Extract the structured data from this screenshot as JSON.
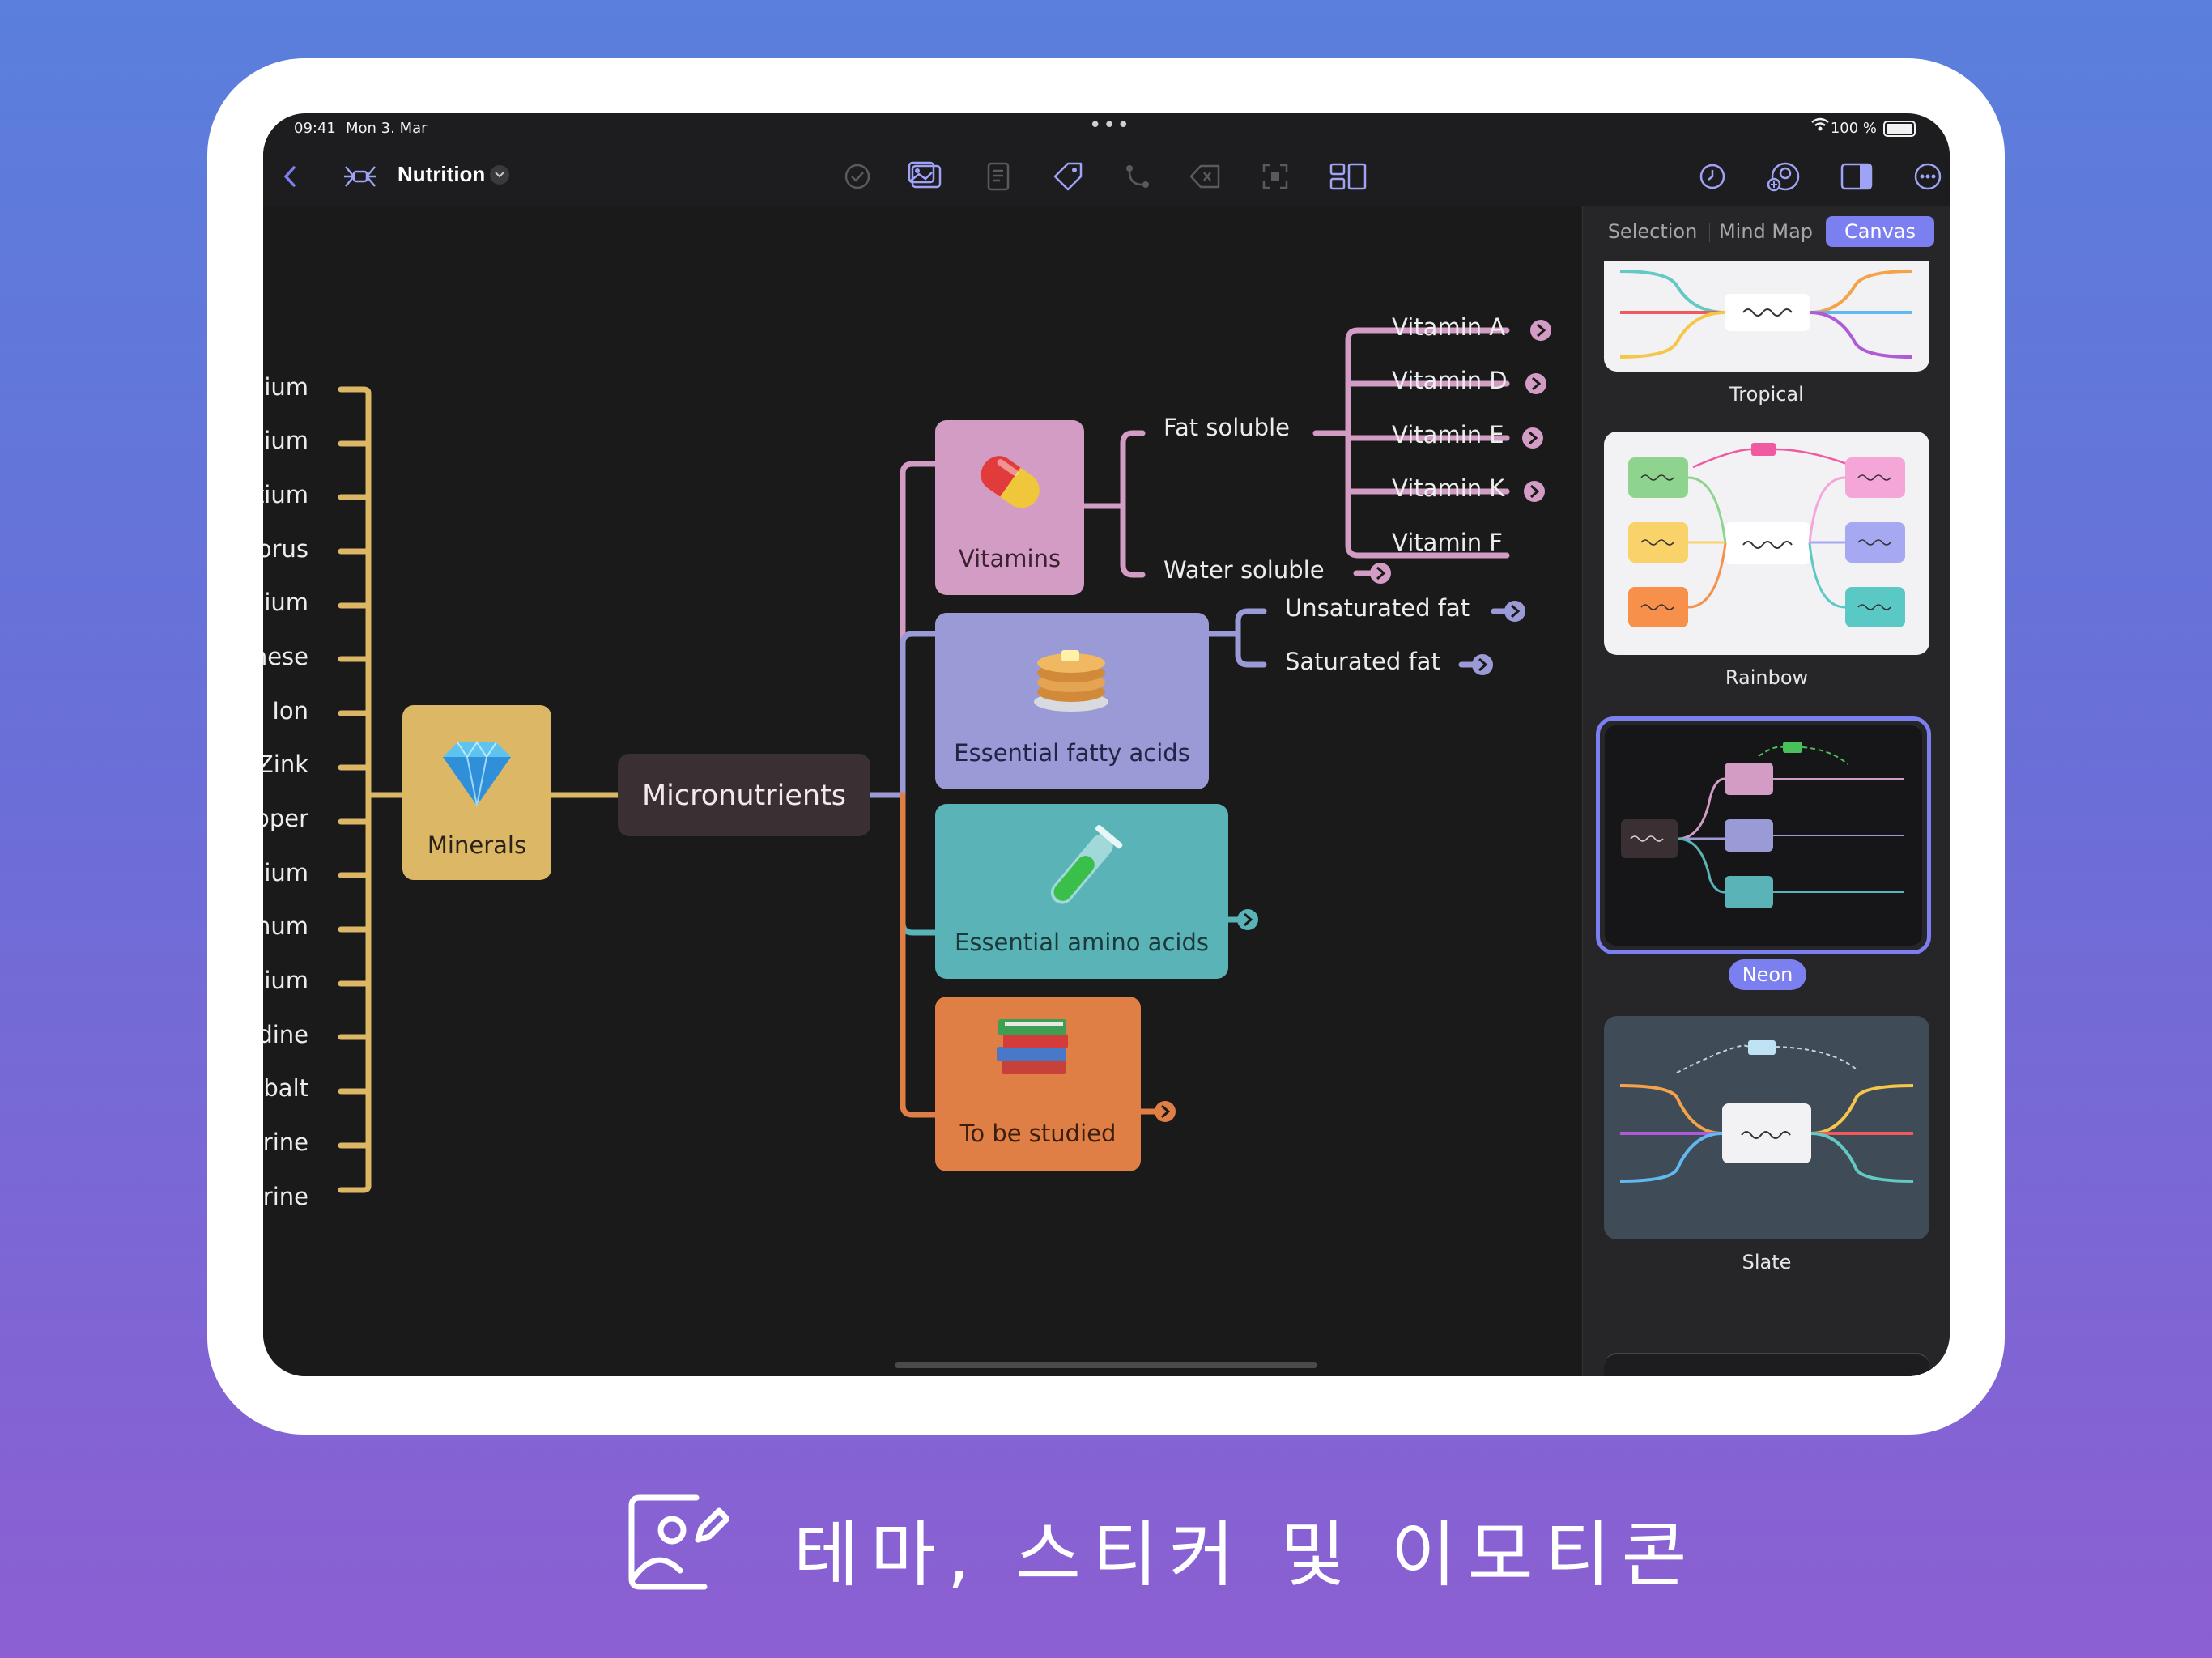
{
  "status": {
    "time": "09:41",
    "date": "Mon 3. Mar",
    "battery": "100 %"
  },
  "toolbar": {
    "title": "Nutrition"
  },
  "map": {
    "root": "Micronutrients",
    "minerals": "Minerals",
    "vitamins": "Vitamins",
    "fatty": "Essential fatty acids",
    "amino": "Essential amino acids",
    "study": "To be studied",
    "fat_soluble": "Fat soluble",
    "water_soluble": "Water soluble",
    "vitamin_list": [
      "Vitamin A",
      "Vitamin D",
      "Vitamin E",
      "Vitamin K",
      "Vitamin F"
    ],
    "fat_types": [
      "Unsaturated fat",
      "Saturated fat"
    ],
    "mineral_list": [
      "ium",
      "lium",
      "tium",
      "orus",
      "ium",
      "nese",
      "Ion",
      "Zink",
      "pper",
      "ium",
      "num",
      "ium",
      "dine",
      "balt",
      "rine",
      "rine"
    ]
  },
  "sidebar": {
    "tabs": [
      "Selection",
      "Mind Map",
      "Canvas"
    ],
    "active_tab": "Canvas",
    "themes": [
      "Tropical",
      "Rainbow",
      "Neon",
      "Slate"
    ],
    "selected_theme": "Neon"
  },
  "footer": {
    "caption": "테마, 스티커 및 이모티콘"
  },
  "colors": {
    "accent": "#7c7ff0",
    "minerals": "#dcb766",
    "vitamins": "#d39cc4",
    "fatty": "#9a9bd6",
    "amino": "#5ab3b6",
    "study": "#e07f45",
    "root": "#3a2f33"
  }
}
